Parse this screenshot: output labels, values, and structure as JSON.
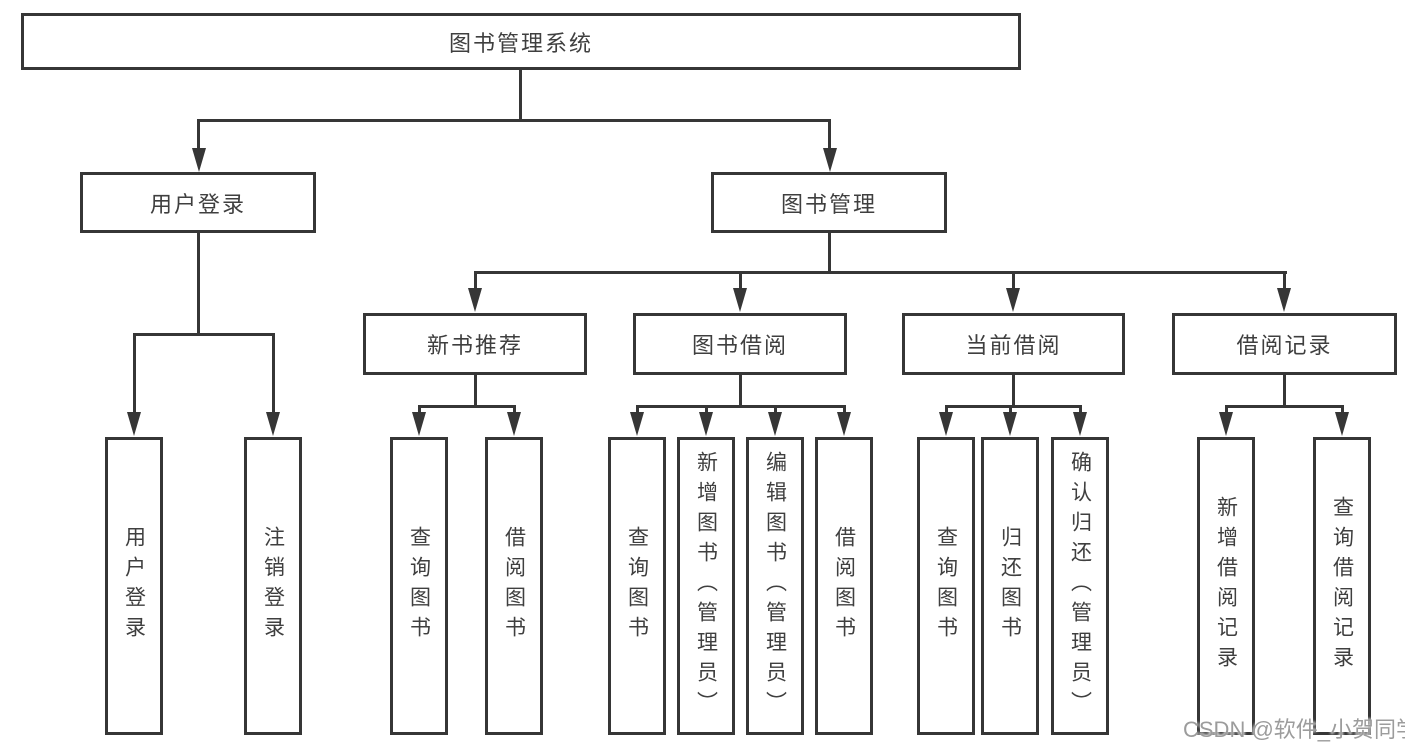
{
  "diagram": {
    "title": "图书管理系统",
    "level2": [
      "用户登录",
      "图书管理"
    ],
    "level3": [
      "新书推荐",
      "图书借阅",
      "当前借阅",
      "借阅记录"
    ],
    "leaves": {
      "user_login": [
        "用户登录",
        "注销登录"
      ],
      "new_book": [
        "查询图书",
        "借阅图书"
      ],
      "book_borrow": [
        "查询图书",
        "新增图书（管理员）",
        "编辑图书（管理员）",
        "借阅图书"
      ],
      "current_borrow": [
        "查询图书",
        "归还图书",
        "确认归还（管理员）"
      ],
      "borrow_record": [
        "新增借阅记录",
        "查询借阅记录"
      ]
    },
    "watermark": "CSDN @软件_小贺同学",
    "colors": {
      "line": "#363636",
      "text": "#3f3f3f",
      "watermark": "#9c9c9c",
      "background": "#ffffff"
    }
  }
}
